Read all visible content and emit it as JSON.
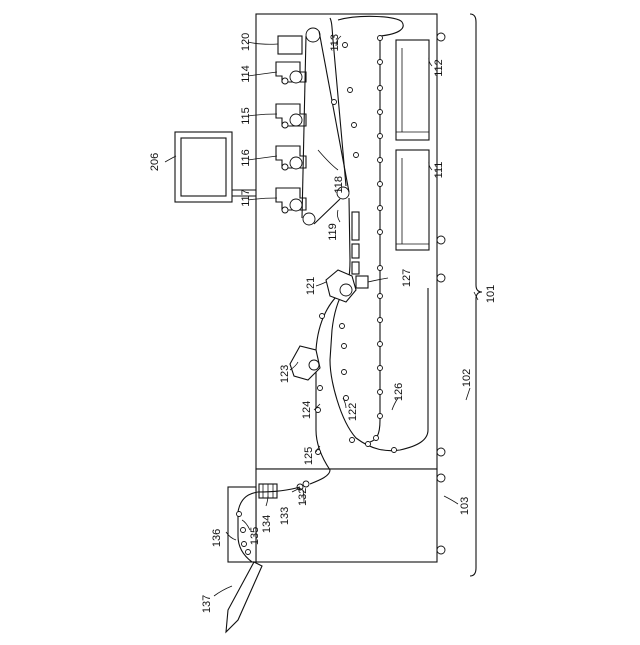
{
  "labels": {
    "l101": "101",
    "l102": "102",
    "l103": "103",
    "l111": "111",
    "l112": "112",
    "l113": "113",
    "l114": "114",
    "l115": "115",
    "l116": "116",
    "l117": "117",
    "l118": "118",
    "l119": "119",
    "l120": "120",
    "l121": "121",
    "l122": "122",
    "l123": "123",
    "l124": "124",
    "l125": "125",
    "l126": "126",
    "l127": "127",
    "l132": "132",
    "l133": "133",
    "l134": "134",
    "l135": "135",
    "l136": "136",
    "l137": "137",
    "l206": "206"
  }
}
